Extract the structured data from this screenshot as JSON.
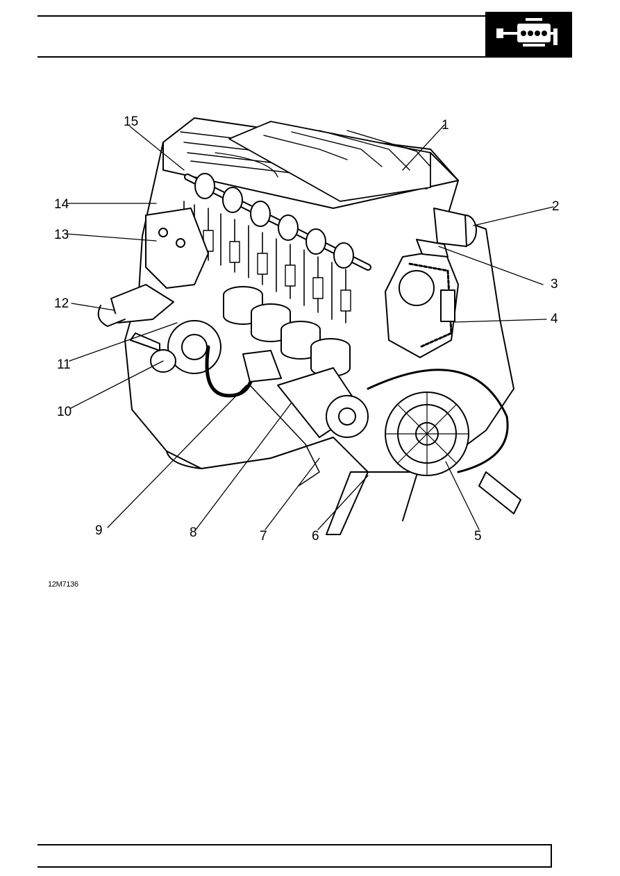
{
  "header": {
    "section_icon": "engine-icon"
  },
  "figure": {
    "code": "12M7136",
    "callouts": [
      "1",
      "2",
      "3",
      "4",
      "5",
      "6",
      "7",
      "8",
      "9",
      "10",
      "11",
      "12",
      "13",
      "14",
      "15"
    ]
  }
}
